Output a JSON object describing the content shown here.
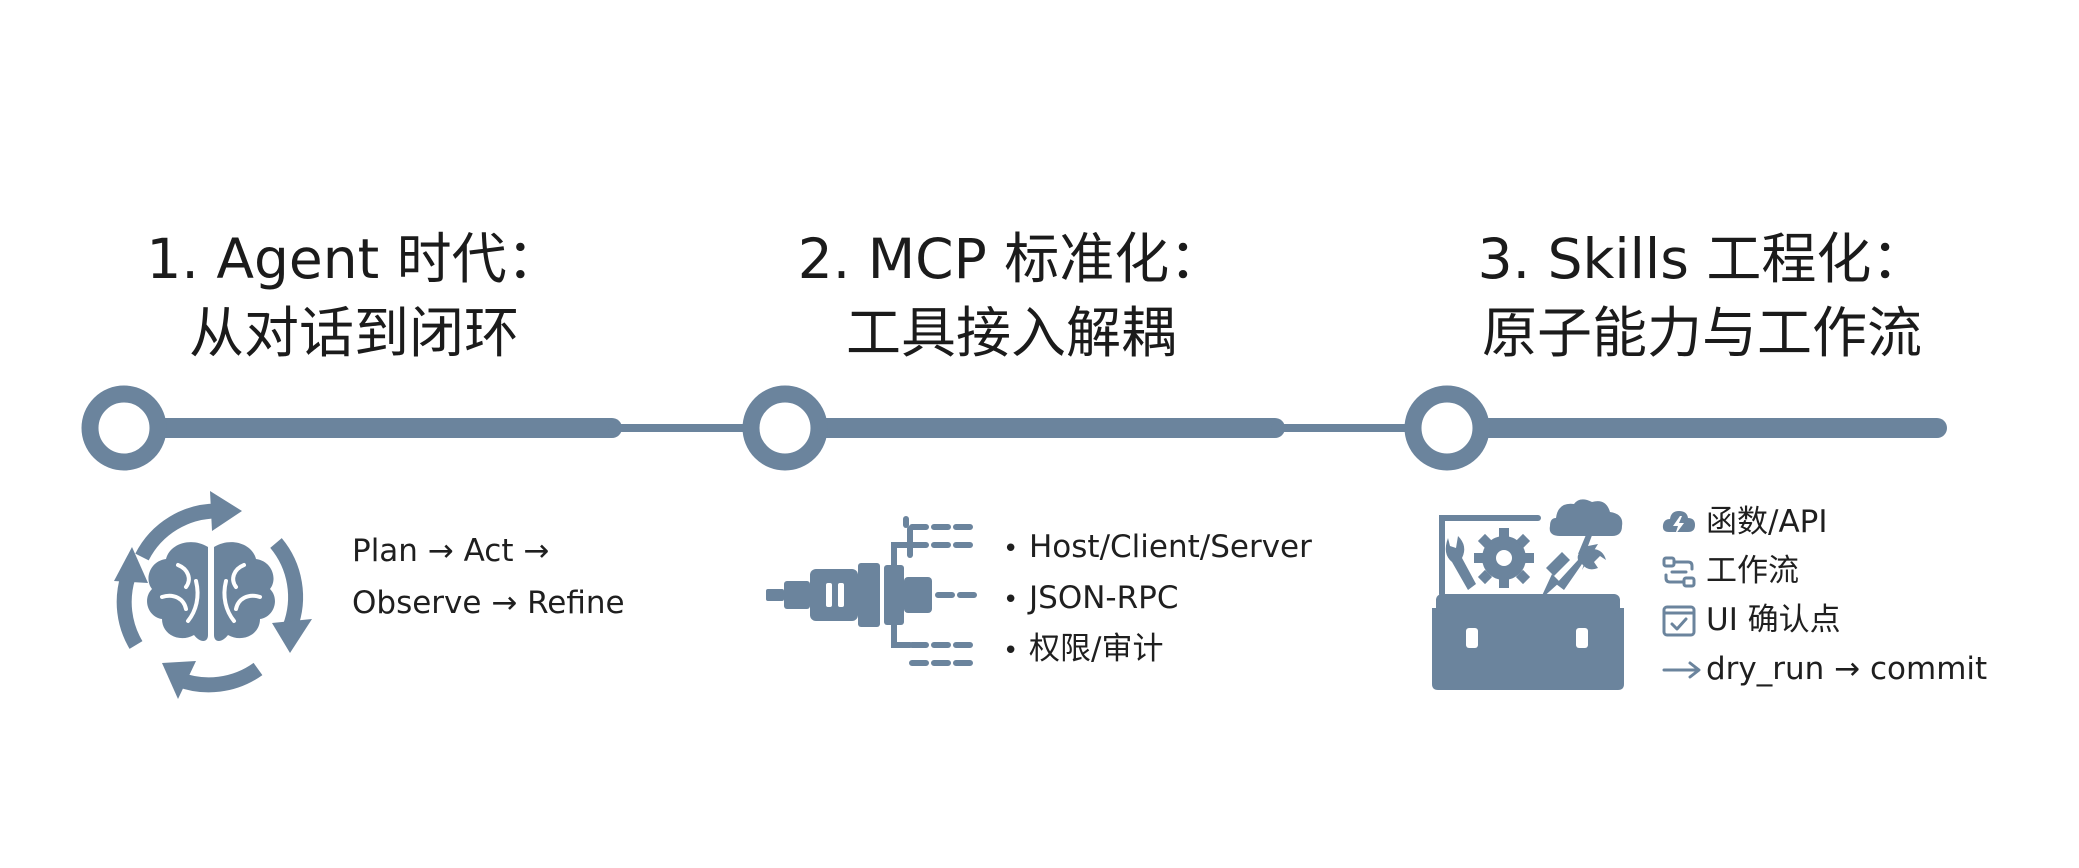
{
  "stages": [
    {
      "title_line1": "1. Agent 时代：",
      "title_line2": "从对话到闭环",
      "icon": "brain-cycle-icon",
      "desc_line1": "Plan → Act →",
      "desc_line2": "Observe → Refine"
    },
    {
      "title_line1": "2. MCP 标准化：",
      "title_line2": "工具接入解耦",
      "icon": "plug-connector-icon",
      "bullets": [
        "Host/Client/Server",
        "JSON-RPC",
        "权限/审计"
      ],
      "bullet_marker": "•"
    },
    {
      "title_line1": "3. Skills 工程化：",
      "title_line2": "原子能力与工作流",
      "icon": "toolbox-icon",
      "features": [
        {
          "icon": "cloud-bolt-icon",
          "label": "函数/API"
        },
        {
          "icon": "workflow-icon",
          "label": "工作流"
        },
        {
          "icon": "checkbox-icon",
          "label": "UI 确认点"
        },
        {
          "icon": "arrow-right-icon",
          "label": "dry_run → commit"
        }
      ]
    }
  ],
  "colors": {
    "accent": "#6b849d",
    "text": "#1b1b1b",
    "background": "#ffffff"
  }
}
